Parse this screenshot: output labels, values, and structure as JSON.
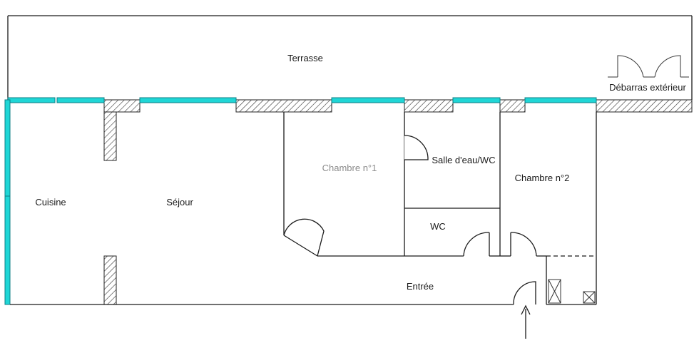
{
  "plan": {
    "rooms": {
      "terrasse": "Terrasse",
      "debarras": "Débarras extérieur",
      "cuisine": "Cuisine",
      "sejour": "Séjour",
      "chambre1": "Chambre n°1",
      "salle_eau": "Salle d'eau/WC",
      "chambre2": "Chambre n°2",
      "wc": "WC",
      "entree": "Entrée"
    },
    "colors": {
      "window": "#1fd6d6",
      "wall_line": "#1a1a1a",
      "background": "#ffffff"
    },
    "icons": [
      "entrance-arrow-icon",
      "hatch-wall-pattern"
    ]
  }
}
